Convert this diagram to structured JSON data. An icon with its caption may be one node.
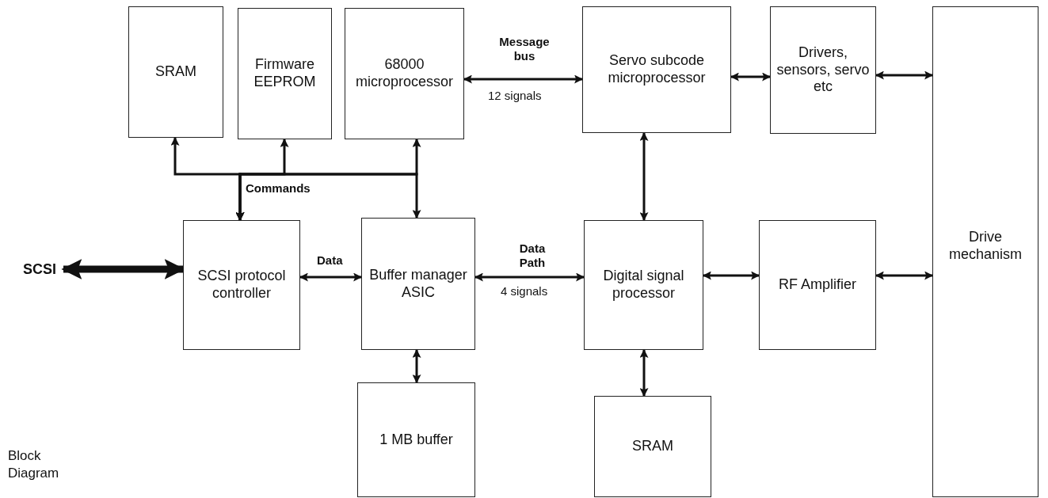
{
  "diagram": {
    "nodes": [
      {
        "text": [
          "SRAM"
        ]
      },
      {
        "text": [
          "Firmware EEPROM"
        ]
      },
      {
        "text": [
          "68000 microprocessor"
        ]
      },
      {
        "text": [
          "Servo subcode microprocessor"
        ]
      },
      {
        "text": [
          "Drivers, sensors, servo etc"
        ]
      },
      {
        "text": [
          "Drive mechanism"
        ]
      },
      {
        "text": [
          "SCSI"
        ]
      },
      {
        "text": [
          "SCSI protocol controller"
        ]
      },
      {
        "text": [
          "Buffer manager ASIC"
        ]
      },
      {
        "text": [
          "Digital signal processor"
        ]
      },
      {
        "text": [
          "RF Amplifier"
        ]
      },
      {
        "text": [
          "1 MB buffer"
        ]
      },
      {
        "text": [
          "SRAM"
        ]
      }
    ],
    "edges": [
      {
        "from": 7,
        "to": 0,
        "arrow": "both",
        "label": "Commands"
      },
      {
        "from": 7,
        "to": 1,
        "arrow": "both"
      },
      {
        "from": 7,
        "to": 2,
        "arrow": "both"
      },
      {
        "from": 7,
        "to": 8,
        "arrow": "both"
      },
      {
        "from": 2,
        "to": 3,
        "arrow": "both",
        "label": "Message bus"
      },
      {
        "from": 3,
        "to": 4,
        "arrow": "both"
      },
      {
        "from": 4,
        "to": 5,
        "arrow": "both"
      },
      {
        "from": 3,
        "to": 9,
        "arrow": "both"
      },
      {
        "from": 6,
        "to": 7,
        "arrow": "both",
        "style": "thick"
      },
      {
        "from": 7,
        "to": 8,
        "arrow": "both",
        "label": "Data"
      },
      {
        "from": 8,
        "to": 9,
        "arrow": "both",
        "label": "Data Path"
      },
      {
        "from": 9,
        "to": 10,
        "arrow": "both"
      },
      {
        "from": 10,
        "to": 5,
        "arrow": "both"
      },
      {
        "from": 8,
        "to": 11,
        "arrow": "both"
      },
      {
        "from": 9,
        "to": 12,
        "arrow": "both"
      }
    ],
    "labels": [
      "12 signals",
      "4 signals",
      "Block Diagram"
    ]
  }
}
